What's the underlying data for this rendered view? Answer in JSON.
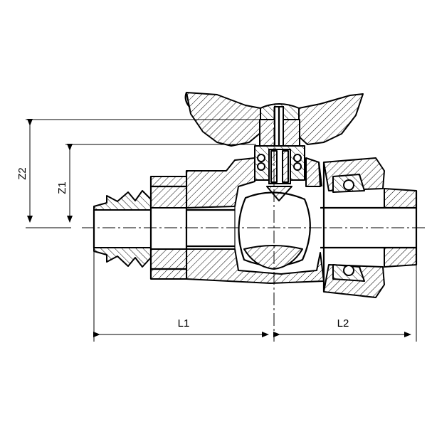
{
  "dimensions": {
    "z2": "Z2",
    "z1": "Z1",
    "l1": "L1",
    "l2": "L2"
  }
}
